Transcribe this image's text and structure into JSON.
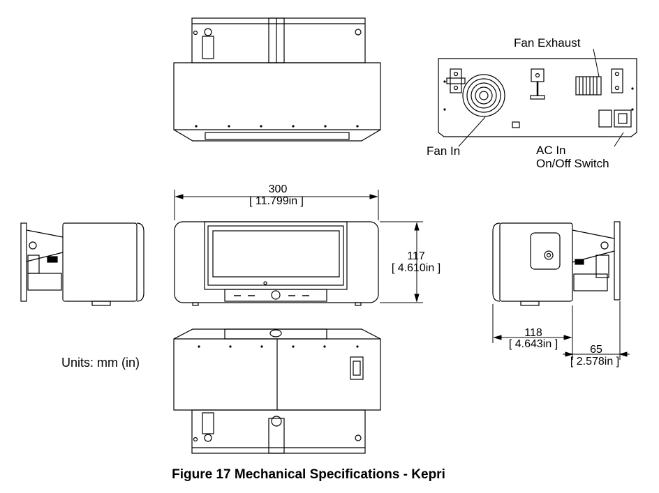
{
  "labels": {
    "fan_exhaust": "Fan Exhaust",
    "fan_in": "Fan In",
    "ac_in": "AC In",
    "on_off_switch": "On/Off Switch",
    "units": "Units: mm (in)"
  },
  "dimensions": {
    "width_mm": "300",
    "width_in": "[  11.799in ]",
    "height_mm": "117",
    "height_in": "[  4.610in ]",
    "depth_mm": "118",
    "depth_in": "[  4.643in ]",
    "bracket_mm": "65",
    "bracket_in": "[  2.578in ]"
  },
  "caption": "Figure 17  Mechanical Specifications - Kepri"
}
